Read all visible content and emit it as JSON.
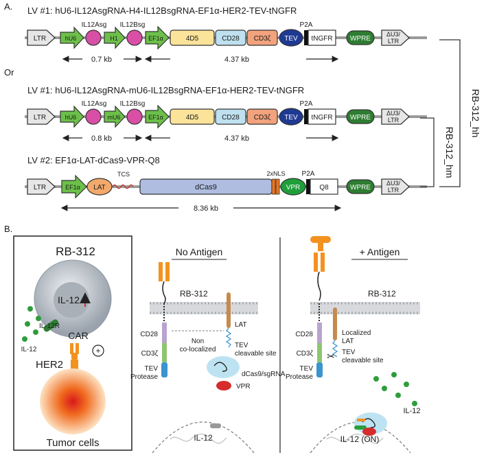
{
  "panel_a": {
    "label": "A.",
    "or_text": "Or",
    "construct1": {
      "title": "LV #1: hU6-IL12AsgRNA-H4-IL12BsgRNA-EF1α-HER2-TEV-tNGFR",
      "ltr": "LTR",
      "sg_a": "IL12Asg",
      "sg_b": "IL12Bsg",
      "promoter1": "hU6",
      "promoter2": "H1",
      "ef1a": "EF1α",
      "d4d5": "4D5",
      "cd28": "CD28",
      "cd3z": "CD3ζ",
      "tev": "TEV",
      "p2a": "P2A",
      "tngfr": "tNGFR",
      "wpre": "WPRE",
      "ltr3_a": "ΔU3/",
      "ltr3_b": "LTR",
      "len1": "0.7 kb",
      "len2": "4.37 kb"
    },
    "construct2": {
      "title": "LV #1: hU6-IL12AsgRNA-mU6-IL12BsgRNA-EF1α-HER2-TEV-tNGFR",
      "ltr": "LTR",
      "sg_a": "IL12Asg",
      "sg_b": "IL12Bsg",
      "promoter1": "hU6",
      "promoter2": "mU6",
      "ef1a": "EF1α",
      "d4d5": "4D5",
      "cd28": "CD28",
      "cd3z": "CD3ζ",
      "tev": "TEV",
      "p2a": "P2A",
      "tngfr": "tNGFR",
      "wpre": "WPRE",
      "ltr3_a": "ΔU3/",
      "ltr3_b": "LTR",
      "len1": "0.8 kb",
      "len2": "4.37 kb"
    },
    "construct3": {
      "title": "LV #2: EF1α-LAT-dCas9-VPR-Q8",
      "ltr": "LTR",
      "ef1a": "EF1α",
      "lat": "LAT",
      "tcs": "TCS",
      "dcas9": "dCas9",
      "nls": "2xNLS",
      "vpr": "VPR",
      "p2a": "P2A",
      "q8": "Q8",
      "wpre": "WPRE",
      "ltr3_a": "ΔU3/",
      "ltr3_b": "LTR",
      "len": "8.36 kb"
    },
    "bracket_hh": "RB-312_hh",
    "bracket_hm": "RB-312_hm"
  },
  "panel_b": {
    "label": "B.",
    "left": {
      "title": "RB-312",
      "il12": "IL-12",
      "il12r": "IL-12R",
      "il12_free": "IL-12",
      "car": "CAR",
      "plus": "+",
      "her2": "HER2",
      "tumor": "Tumor cells"
    },
    "middle": {
      "heading": "No Antigen",
      "rb312": "RB-312",
      "cd28": "CD28",
      "cd3z": "CD3ζ",
      "tev_a": "TEV",
      "tev_b": "Protease",
      "non_a": "Non",
      "non_b": "co-localized",
      "lat": "LAT",
      "tcs_a": "TEV",
      "tcs_b": "cleavable site",
      "dcas9": "dCas9/sgRNA",
      "vpr": "VPR",
      "il12": "IL-12"
    },
    "right": {
      "heading": "+ Antigen",
      "rb312": "RB-312",
      "cd28": "CD28",
      "cd3z": "CD3ζ",
      "tev_a": "TEV",
      "tev_b": "Protease",
      "loc_a": "Localized",
      "loc_b": "LAT",
      "tcs_a": "TEV",
      "tcs_b": "cleavable site",
      "il12_free": "IL-12",
      "il12_on": "IL-12 (ON)"
    }
  },
  "colors": {
    "green": "#6cc04a",
    "pink": "#d94fa6",
    "yellow": "#fbe39a",
    "cd28": "#bfe1ef",
    "cd3z": "#f2a27c",
    "tev": "#1f3a93",
    "wpre": "#2e7d32",
    "ltr": "#e6e6e6",
    "lat": "#f2a96b",
    "dcas9": "#aebde0",
    "nls": "#e8761e",
    "vpr": "#1f9e3a",
    "orange": "#f3921f",
    "red": "#d62c2c"
  }
}
